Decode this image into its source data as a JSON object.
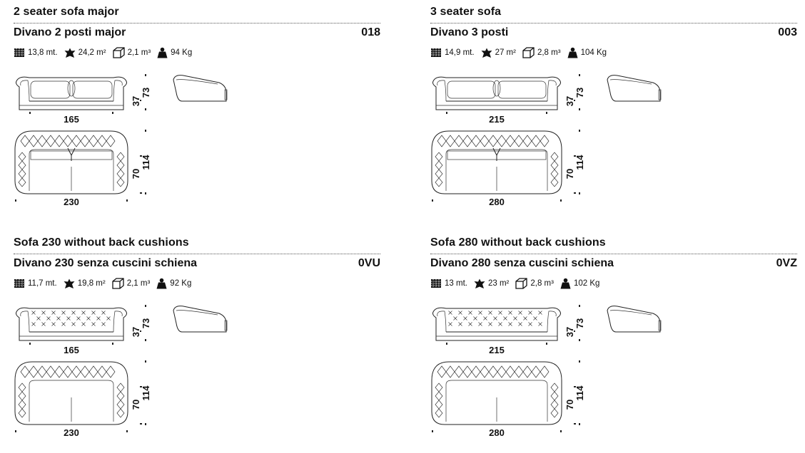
{
  "panels": [
    {
      "title_en": "2 seater sofa major",
      "title_it": "Divano 2 posti major",
      "code": "018",
      "specs": {
        "fabric": "13,8 mt.",
        "leather": "24,2 m²",
        "volume": "2,1 m³",
        "weight": "94 Kg"
      },
      "dims": {
        "front_width": "165",
        "seat_height": "37",
        "height": "73",
        "plan_width": "230",
        "seat_depth": "70",
        "depth": "114"
      },
      "capitonne_back": false
    },
    {
      "title_en": "3 seater sofa",
      "title_it": "Divano 3 posti",
      "code": "003",
      "specs": {
        "fabric": "14,9 mt.",
        "leather": "27 m²",
        "volume": "2,8 m³",
        "weight": "104 Kg"
      },
      "dims": {
        "front_width": "215",
        "seat_height": "37",
        "height": "73",
        "plan_width": "280",
        "seat_depth": "70",
        "depth": "114"
      },
      "capitonne_back": false
    },
    {
      "title_en": "Sofa 230 without back cushions",
      "title_it": "Divano 230 senza cuscini schiena",
      "code": "0VU",
      "specs": {
        "fabric": "11,7 mt.",
        "leather": "19,8 m²",
        "volume": "2,1 m³",
        "weight": "92 Kg"
      },
      "dims": {
        "front_width": "165",
        "seat_height": "37",
        "height": "73",
        "plan_width": "230",
        "seat_depth": "70",
        "depth": "114"
      },
      "capitonne_back": true
    },
    {
      "title_en": "Sofa 280 without back cushions",
      "title_it": "Divano 280 senza cuscini schiena",
      "code": "0VZ",
      "specs": {
        "fabric": "13 mt.",
        "leather": "23 m²",
        "volume": "2,8 m³",
        "weight": "102 Kg"
      },
      "dims": {
        "front_width": "215",
        "seat_height": "37",
        "height": "73",
        "plan_width": "280",
        "seat_depth": "70",
        "depth": "114"
      },
      "capitonne_back": true
    }
  ]
}
